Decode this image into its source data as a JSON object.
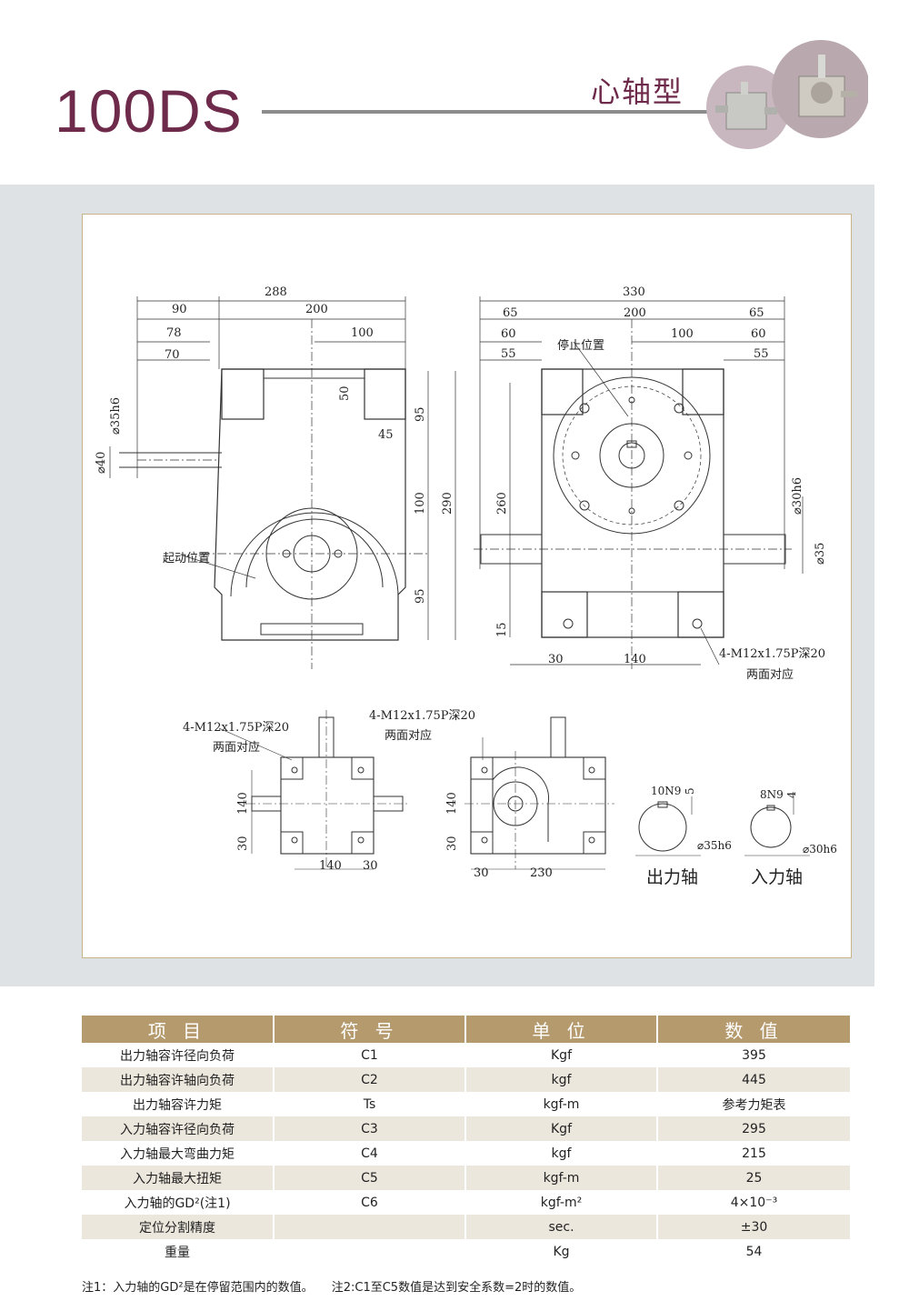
{
  "header": {
    "model": "100DS",
    "type_title": "心轴型"
  },
  "drawing": {
    "front_view": {
      "dims": [
        "288",
        "90",
        "200",
        "78",
        "100",
        "70",
        "50",
        "45",
        "95",
        "100",
        "290",
        "95",
        "⌀35h6",
        "⌀40"
      ],
      "label_start": "起动位置"
    },
    "side_view": {
      "dims": [
        "330",
        "65",
        "200",
        "65",
        "60",
        "100",
        "60",
        "55",
        "55",
        "260",
        "⌀30h6",
        "⌀35",
        "15",
        "30",
        "140"
      ],
      "label_stop": "停止位置",
      "thread_note": "4-M12x1.75P深20",
      "both_sides": "两面对应"
    },
    "bottom_left": {
      "thread_note": "4-M12x1.75P深20",
      "both_sides": "两面对应",
      "dims": [
        "140",
        "30",
        "140",
        "30"
      ]
    },
    "bottom_mid": {
      "thread_note": "4-M12x1.75P深20",
      "both_sides": "两面对应",
      "dims": [
        "140",
        "30",
        "30",
        "230"
      ]
    },
    "output_shaft": {
      "key": "10N9",
      "depth": "5",
      "dia": "⌀35h6",
      "label": "出力轴"
    },
    "input_shaft": {
      "key": "8N9",
      "depth": "4",
      "dia": "⌀30h6",
      "label": "入力轴"
    }
  },
  "table": {
    "headers": [
      "项 目",
      "符 号",
      "单 位",
      "数 值"
    ],
    "rows": [
      [
        "出力轴容许径向负荷",
        "C1",
        "Kgf",
        "395"
      ],
      [
        "出力轴容许轴向负荷",
        "C2",
        "kgf",
        "445"
      ],
      [
        "出力轴容许力矩",
        "Ts",
        "kgf-m",
        "参考力矩表"
      ],
      [
        "入力轴容许径向负荷",
        "C3",
        "Kgf",
        "295"
      ],
      [
        "入力轴最大弯曲力矩",
        "C4",
        "kgf",
        "215"
      ],
      [
        "入力轴最大扭矩",
        "C5",
        "kgf-m",
        "25"
      ],
      [
        "入力轴的GD²(注1)",
        "C6",
        "kgf-m²",
        "4×10⁻³"
      ],
      [
        "定位分割精度",
        "",
        "sec.",
        "±30"
      ],
      [
        "重量",
        "",
        "Kg",
        "54"
      ]
    ]
  },
  "footnotes": {
    "note1": "注1：入力轴的GD²是在停留范围内的数值。",
    "note2": "注2:C1至C5数值是达到安全系数=2时的数值。"
  },
  "colors": {
    "title": "#6e2a4a",
    "table_header": "#b59a6e",
    "row_alt": "#ece7dd",
    "band": "#dfe2e5"
  }
}
